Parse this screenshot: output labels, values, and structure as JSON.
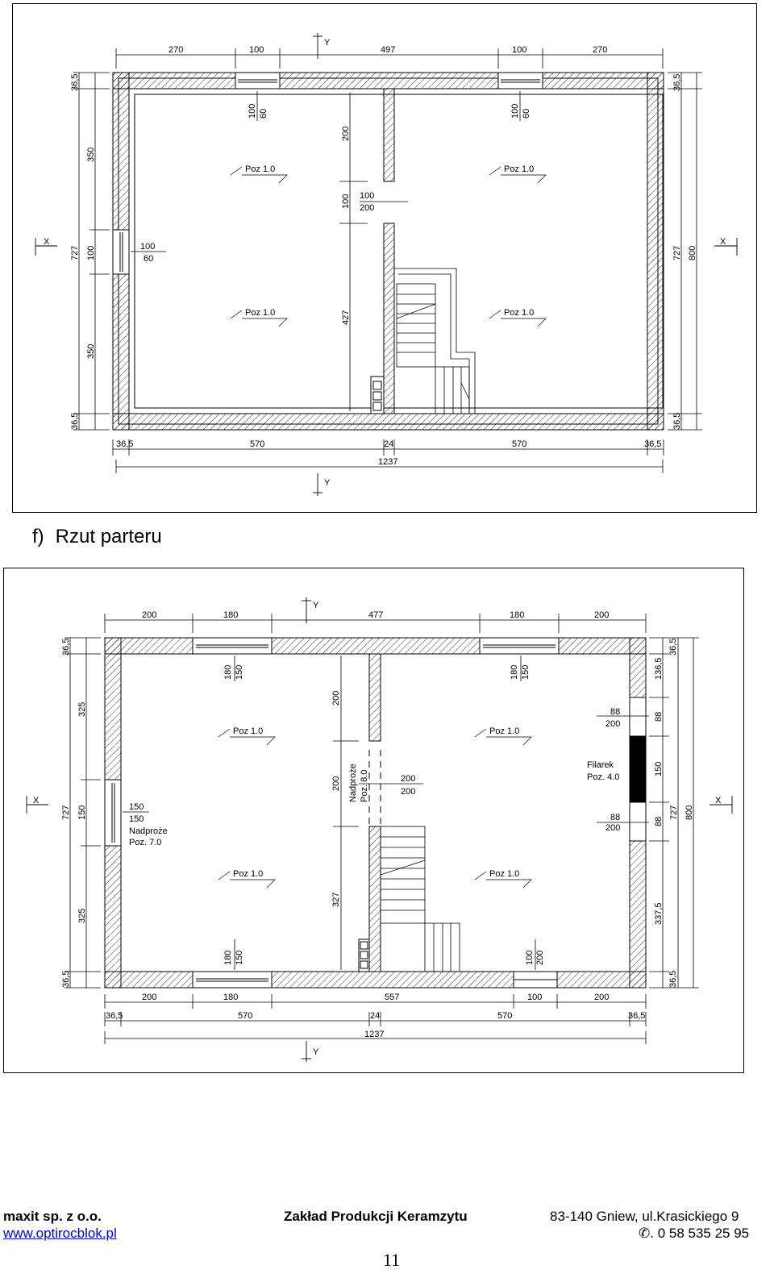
{
  "upper_plan": {
    "axis_labels": [
      "X",
      "Y"
    ],
    "top_dims": [
      "270",
      "100",
      "497",
      "100",
      "270"
    ],
    "bottom_dims": [
      "36,5",
      "570",
      "24",
      "570",
      "36,5"
    ],
    "total_width": "1237",
    "left_dims": [
      "36,5",
      "350",
      "100",
      "727",
      "350",
      "36,5"
    ],
    "right_dims": [
      "36,5",
      "727",
      "800",
      "36,5"
    ],
    "window_dims": [
      [
        "100",
        "60"
      ],
      [
        "100",
        "60"
      ],
      [
        "100",
        "60"
      ]
    ],
    "door_dims": [
      "100",
      "200"
    ],
    "inner_wall_dims": [
      "200",
      "100",
      "427"
    ],
    "room_labels": [
      "Poz 1.0",
      "Poz 1.0",
      "Poz 1.0",
      "Poz 1.0"
    ]
  },
  "caption": {
    "letter": "f)",
    "title": "Rzut parteru"
  },
  "lower_plan": {
    "axis_labels": [
      "X",
      "Y"
    ],
    "top_dims": [
      "200",
      "180",
      "477",
      "180",
      "200"
    ],
    "bottom_dims_row1": [
      "200",
      "180",
      "557",
      "100",
      "200"
    ],
    "bottom_dims_row2": [
      "36,5",
      "570",
      "24",
      "570",
      "36,5"
    ],
    "total_width": "1237",
    "left_dims": [
      "36,5",
      "325",
      "150",
      "727",
      "325",
      "36,5"
    ],
    "right_dims": [
      "36,5",
      "136,5",
      "88",
      "150",
      "88",
      "337,5",
      "727",
      "800",
      "36,5"
    ],
    "window_dims": [
      [
        "180",
        "150"
      ],
      [
        "180",
        "150"
      ],
      [
        "180",
        "150"
      ],
      [
        "150",
        "150"
      ]
    ],
    "door_dims": [
      [
        "200",
        "200"
      ],
      [
        "100",
        "200"
      ]
    ],
    "pillar_dims": [
      [
        "88",
        "200"
      ],
      [
        "88",
        "200"
      ]
    ],
    "inner_wall_dims": [
      "200",
      "200",
      "327"
    ],
    "lintel_left": [
      "Nadproże",
      "Poz. 7.0"
    ],
    "lintel_mid": [
      "Nadproże",
      "Poz. 8.0"
    ],
    "pillar_label": [
      "Filarek",
      "Poz. 4.0"
    ],
    "room_labels": [
      "Poz 1.0",
      "Poz 1.0",
      "Poz 1.0",
      "Poz 1.0"
    ]
  },
  "footer": {
    "company": "maxit sp. z o.o.",
    "plant": "Zakład Produkcji Keramzytu",
    "address": "83-140 Gniew, ul.Krasickiego 9",
    "website": "www.optirocblok.pl",
    "phone": ". 0 58 535 25 95",
    "page_number": "11"
  }
}
